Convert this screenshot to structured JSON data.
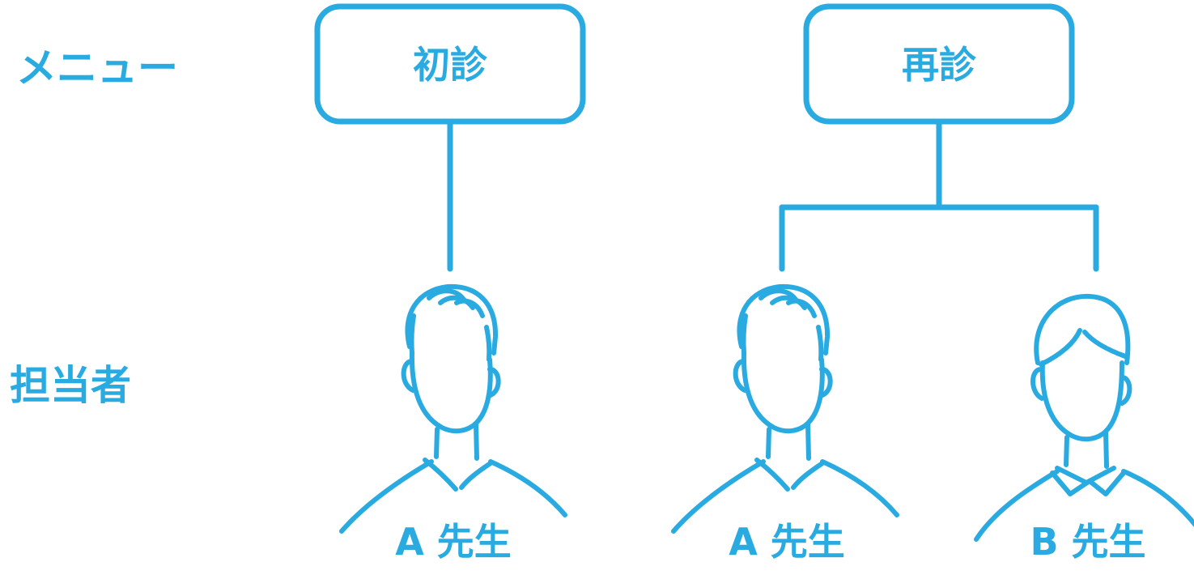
{
  "colors": {
    "accent": "#29abe2",
    "background": "#ffffff"
  },
  "row_labels": {
    "menu": "メニュー",
    "staff": "担当者"
  },
  "menus": [
    {
      "label": "初診"
    },
    {
      "label": "再診"
    }
  ],
  "staff": [
    {
      "label": "A 先生",
      "icon": "person-icon-short-hair"
    },
    {
      "label": "A 先生",
      "icon": "person-icon-short-hair"
    },
    {
      "label": "B 先生",
      "icon": "person-icon-collared-shirt"
    }
  ],
  "links": [
    {
      "menu": "初診",
      "staff": "A 先生 (1)"
    },
    {
      "menu": "再診",
      "staff": "A 先生 (2)"
    },
    {
      "menu": "再診",
      "staff": "B 先生"
    }
  ]
}
